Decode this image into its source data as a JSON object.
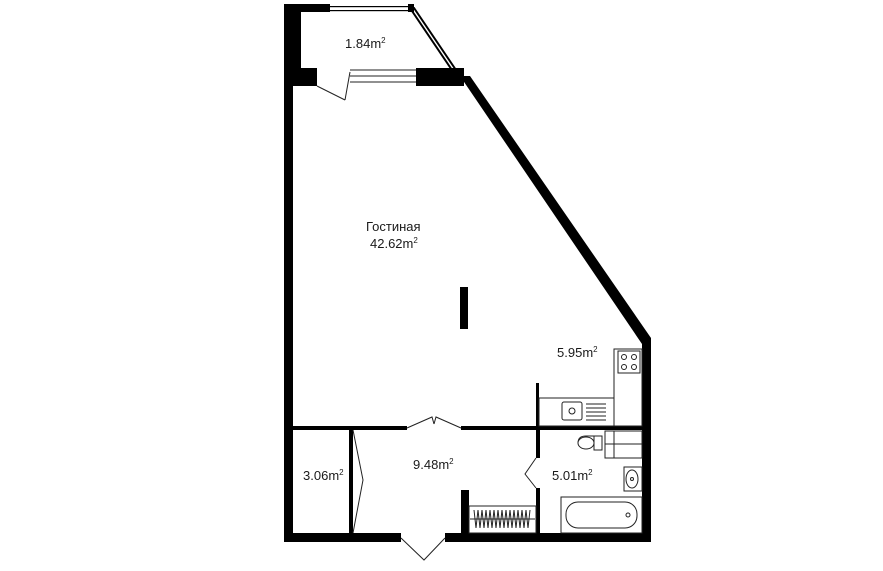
{
  "rooms": [
    {
      "id": "balcony",
      "name": "",
      "area": "1.84",
      "unit": "m",
      "sup": "2"
    },
    {
      "id": "living",
      "name": "Гостиная",
      "area": "42.62",
      "unit": "m",
      "sup": "2"
    },
    {
      "id": "kitchen",
      "name": "",
      "area": "5.95",
      "unit": "m",
      "sup": "2"
    },
    {
      "id": "storage",
      "name": "",
      "area": "3.06",
      "unit": "m",
      "sup": "2"
    },
    {
      "id": "hall",
      "name": "",
      "area": "9.48",
      "unit": "m",
      "sup": "2"
    },
    {
      "id": "bathroom",
      "name": "",
      "area": "5.01",
      "unit": "m",
      "sup": "2"
    }
  ],
  "colors": {
    "wall": "#000000",
    "line": "#222222",
    "background": "#ffffff"
  }
}
